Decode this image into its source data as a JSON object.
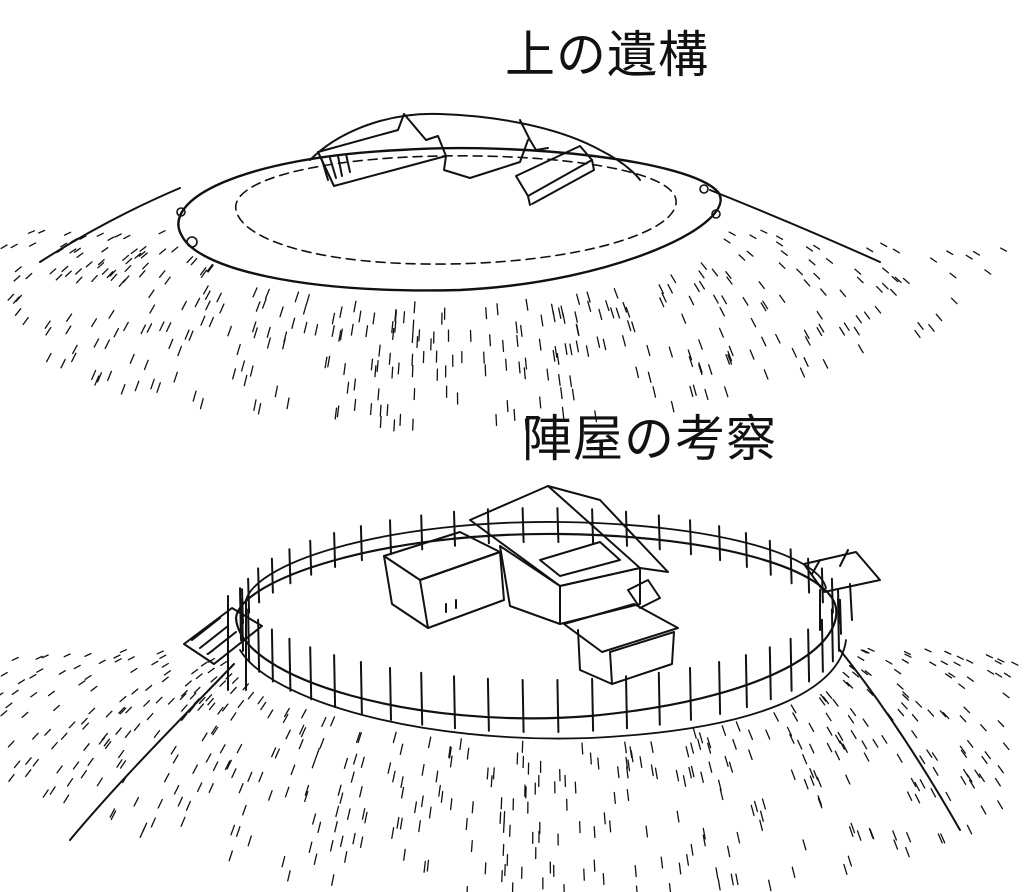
{
  "titles": {
    "top": "上の遺構",
    "bottom": "陣屋の考察"
  },
  "illustrations": [
    {
      "name": "mound-remains-sketch"
    },
    {
      "name": "jinya-reconstruction-sketch"
    }
  ],
  "colors": {
    "ink": "#111111",
    "paper": "#ffffff"
  }
}
